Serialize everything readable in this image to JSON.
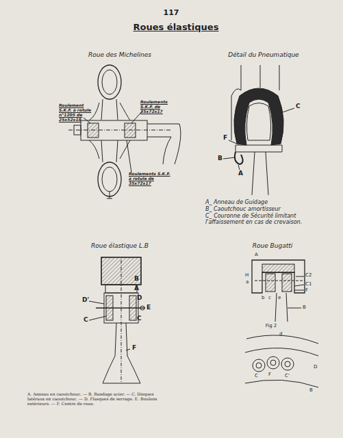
{
  "diagram": {
    "title": "Roues élastiques",
    "caption": "A. Anneau en caoutchouc. — B. Bandage acier. — C. Disques latéraux en caoutchouc. — D. Flasques de serrage. E. Boulons extérieurs. — F. Centre de roue.",
    "labels": [
      "117",
      "Roue des Michelines",
      "Détail du Pneumatique",
      "Roulement S.K.F. à rotule n°1205 de 25x52x18",
      "Roulements S.K.F. de 35x72x17",
      "Roulements S.K.F. à rotule de 35x72x17",
      "F",
      "C",
      "B",
      "A",
      "A_ Anneau de Guidage",
      "B_ Caoutchouc amortisseur",
      "C_ Couronne de Sécurité limitant l'affaissement en cas de crevaison.",
      "Roue élastique L.B",
      "B",
      "A",
      "D'",
      "D",
      "E",
      "C",
      "C",
      "F",
      "Roue Bugatti",
      "A",
      "H",
      "a",
      "b",
      "c",
      "e",
      "C2",
      "C1",
      "F",
      "B",
      "Fig 2",
      "d",
      "C",
      "F",
      "C'",
      "D",
      "B"
    ]
  }
}
